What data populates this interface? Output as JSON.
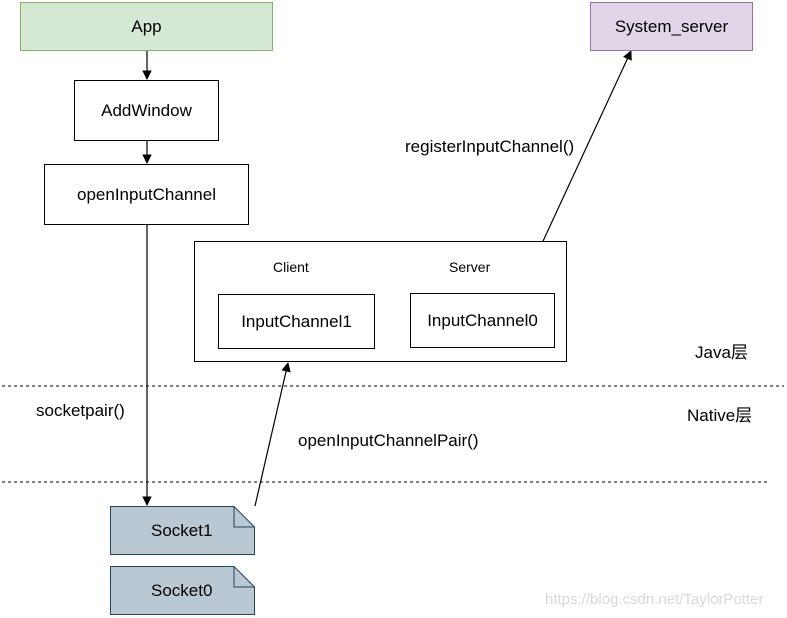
{
  "nodes": {
    "app": "App",
    "add_window": "AddWindow",
    "open_input_channel": "openInputChannel",
    "system_server": "System_server",
    "input_channel1": "InputChannel1",
    "input_channel0": "InputChannel0",
    "socket1": "Socket1",
    "socket0": "Socket0"
  },
  "labels": {
    "client": "Client",
    "server": "Server",
    "register_input_channel": "registerInputChannel()",
    "java_layer": "Java层",
    "native_layer": "Native层",
    "socketpair": "socketpair()",
    "open_input_channel_pair": "openInputChannelPair()"
  },
  "watermark": "https://blog.csdn.net/TaylorPotter",
  "colors": {
    "app_fill": "#d5e8d4",
    "app_stroke": "#82b366",
    "system_server_fill": "#e1d5e7",
    "system_server_stroke": "#9673a6",
    "socket_fill": "#bac8d3",
    "socket_stroke": "#23445d"
  }
}
